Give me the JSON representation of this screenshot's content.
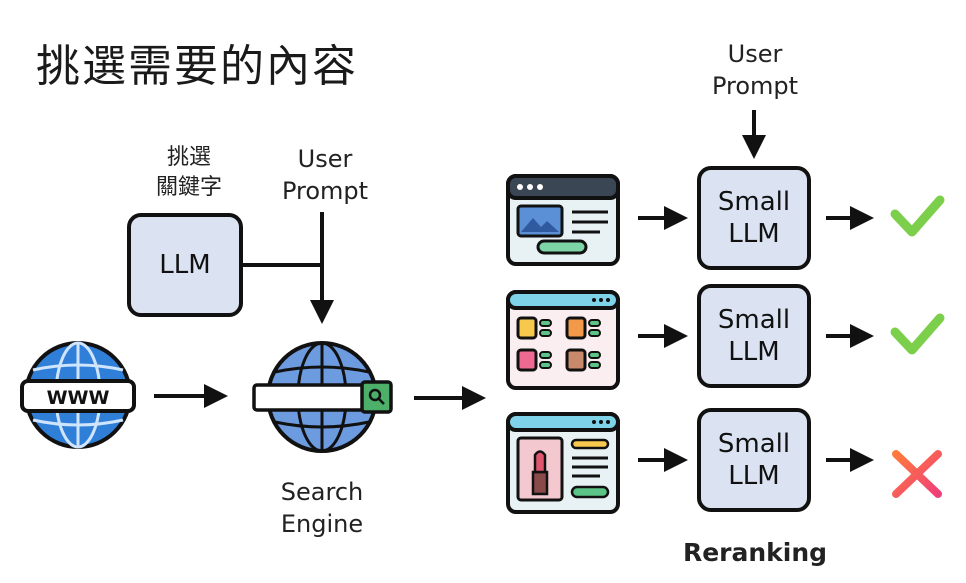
{
  "title": "挑選需要的內容",
  "llm_block": {
    "caption": "挑選\n關鍵字",
    "label": "LLM"
  },
  "search": {
    "user_prompt": "User\nPrompt",
    "engine_label": "Search\nEngine",
    "www_text": "WWW"
  },
  "rerank": {
    "user_prompt": "User\nPrompt",
    "small_llm": [
      "Small\nLLM",
      "Small\nLLM",
      "Small\nLLM"
    ],
    "label": "Reranking",
    "results": [
      "check",
      "check",
      "cross"
    ]
  },
  "colors": {
    "box_fill": "#dbe3f3",
    "globe_blue": "#2f7fd8",
    "check_green": "#7ccf4a",
    "cross_red": "#f0506a"
  }
}
